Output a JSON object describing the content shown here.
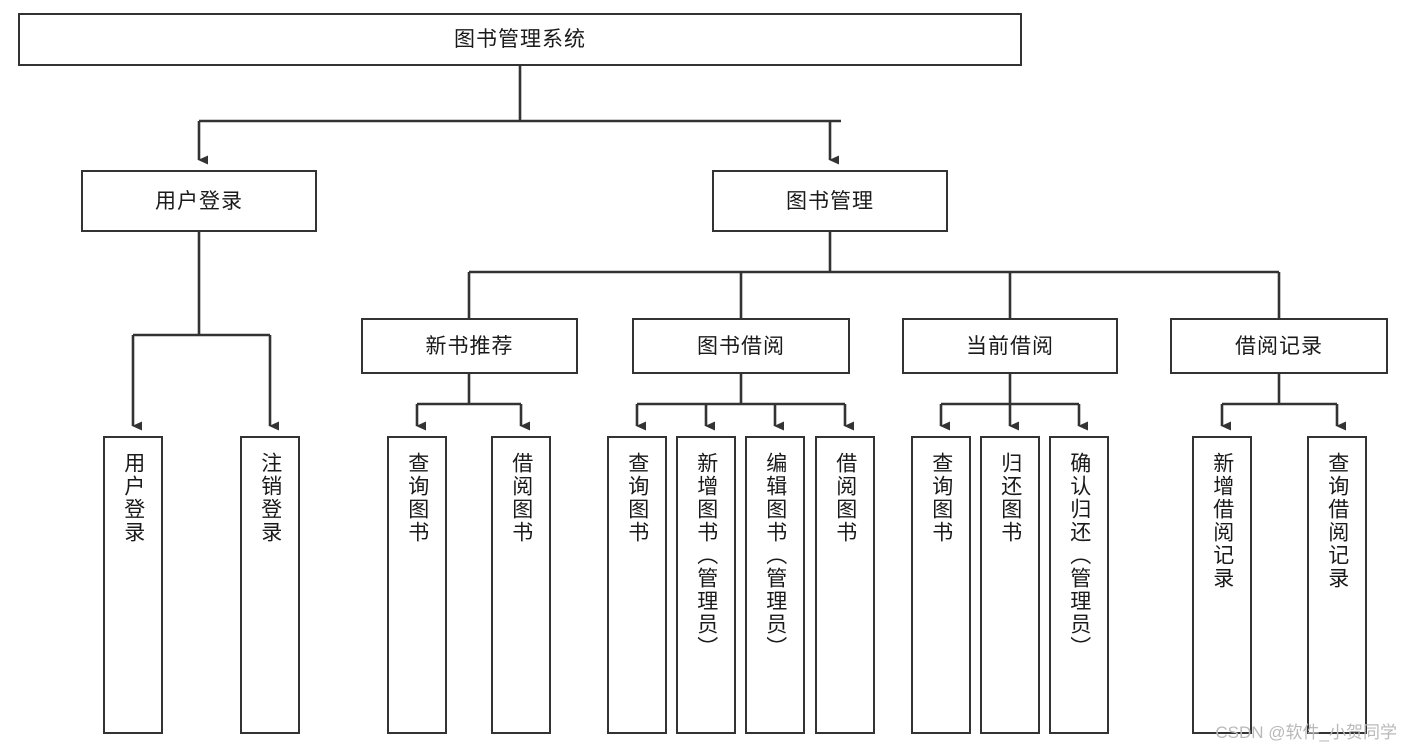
{
  "diagram": {
    "title": "图书管理系统",
    "type": "function-structure-tree",
    "colors": {
      "box_border": "#333333",
      "box_fill": "#ffffff",
      "connector": "#333333",
      "text": "#1a1a1a",
      "watermark": "#b9b9b9",
      "background": "#ffffff"
    },
    "root": {
      "label": "图书管理系统"
    },
    "level2": [
      {
        "label": "用户登录"
      },
      {
        "label": "图书管理"
      }
    ],
    "level3": [
      {
        "label": "新书推荐"
      },
      {
        "label": "图书借阅"
      },
      {
        "label": "当前借阅"
      },
      {
        "label": "借阅记录"
      }
    ],
    "leaves": {
      "user_login": [
        {
          "label": "用户登录"
        },
        {
          "label": "注销登录"
        }
      ],
      "new_book_recommend": [
        {
          "label": "查询图书"
        },
        {
          "label": "借阅图书"
        }
      ],
      "book_borrow": [
        {
          "label": "查询图书"
        },
        {
          "label": "新增图书（管理员）"
        },
        {
          "label": "编辑图书（管理员）"
        },
        {
          "label": "借阅图书"
        }
      ],
      "current_borrow": [
        {
          "label": "查询图书"
        },
        {
          "label": "归还图书"
        },
        {
          "label": "确认归还（管理员）"
        }
      ],
      "borrow_record": [
        {
          "label": "新增借阅记录"
        },
        {
          "label": "查询借阅记录"
        }
      ]
    },
    "watermark": "CSDN @软件_小贺同学"
  }
}
